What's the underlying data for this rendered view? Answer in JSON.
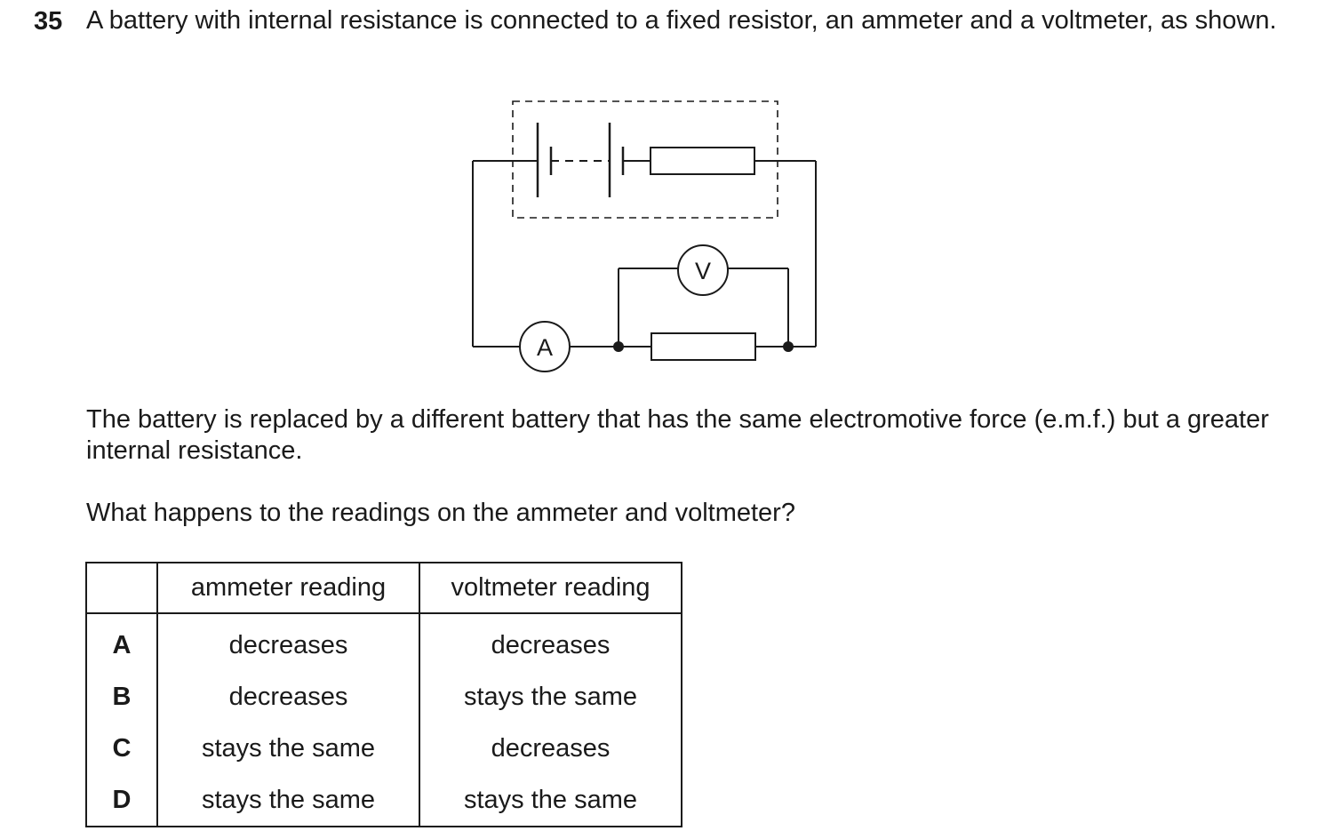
{
  "question": {
    "number": "35",
    "intro": "A battery with internal resistance is connected to a fixed resistor, an ammeter and a voltmeter, as shown.",
    "change": "The battery is replaced by a different battery that has the same electromotive force (e.m.f.) but a greater internal resistance.",
    "prompt": "What happens to the readings on the ammeter and voltmeter?"
  },
  "diagram": {
    "ammeter_label": "A",
    "voltmeter_label": "V"
  },
  "table": {
    "headers": [
      "",
      "ammeter reading",
      "voltmeter reading"
    ],
    "rows": [
      {
        "option": "A",
        "ammeter": "decreases",
        "voltmeter": "decreases"
      },
      {
        "option": "B",
        "ammeter": "decreases",
        "voltmeter": "stays the same"
      },
      {
        "option": "C",
        "ammeter": "stays the same",
        "voltmeter": "decreases"
      },
      {
        "option": "D",
        "ammeter": "stays the same",
        "voltmeter": "stays the same"
      }
    ]
  }
}
